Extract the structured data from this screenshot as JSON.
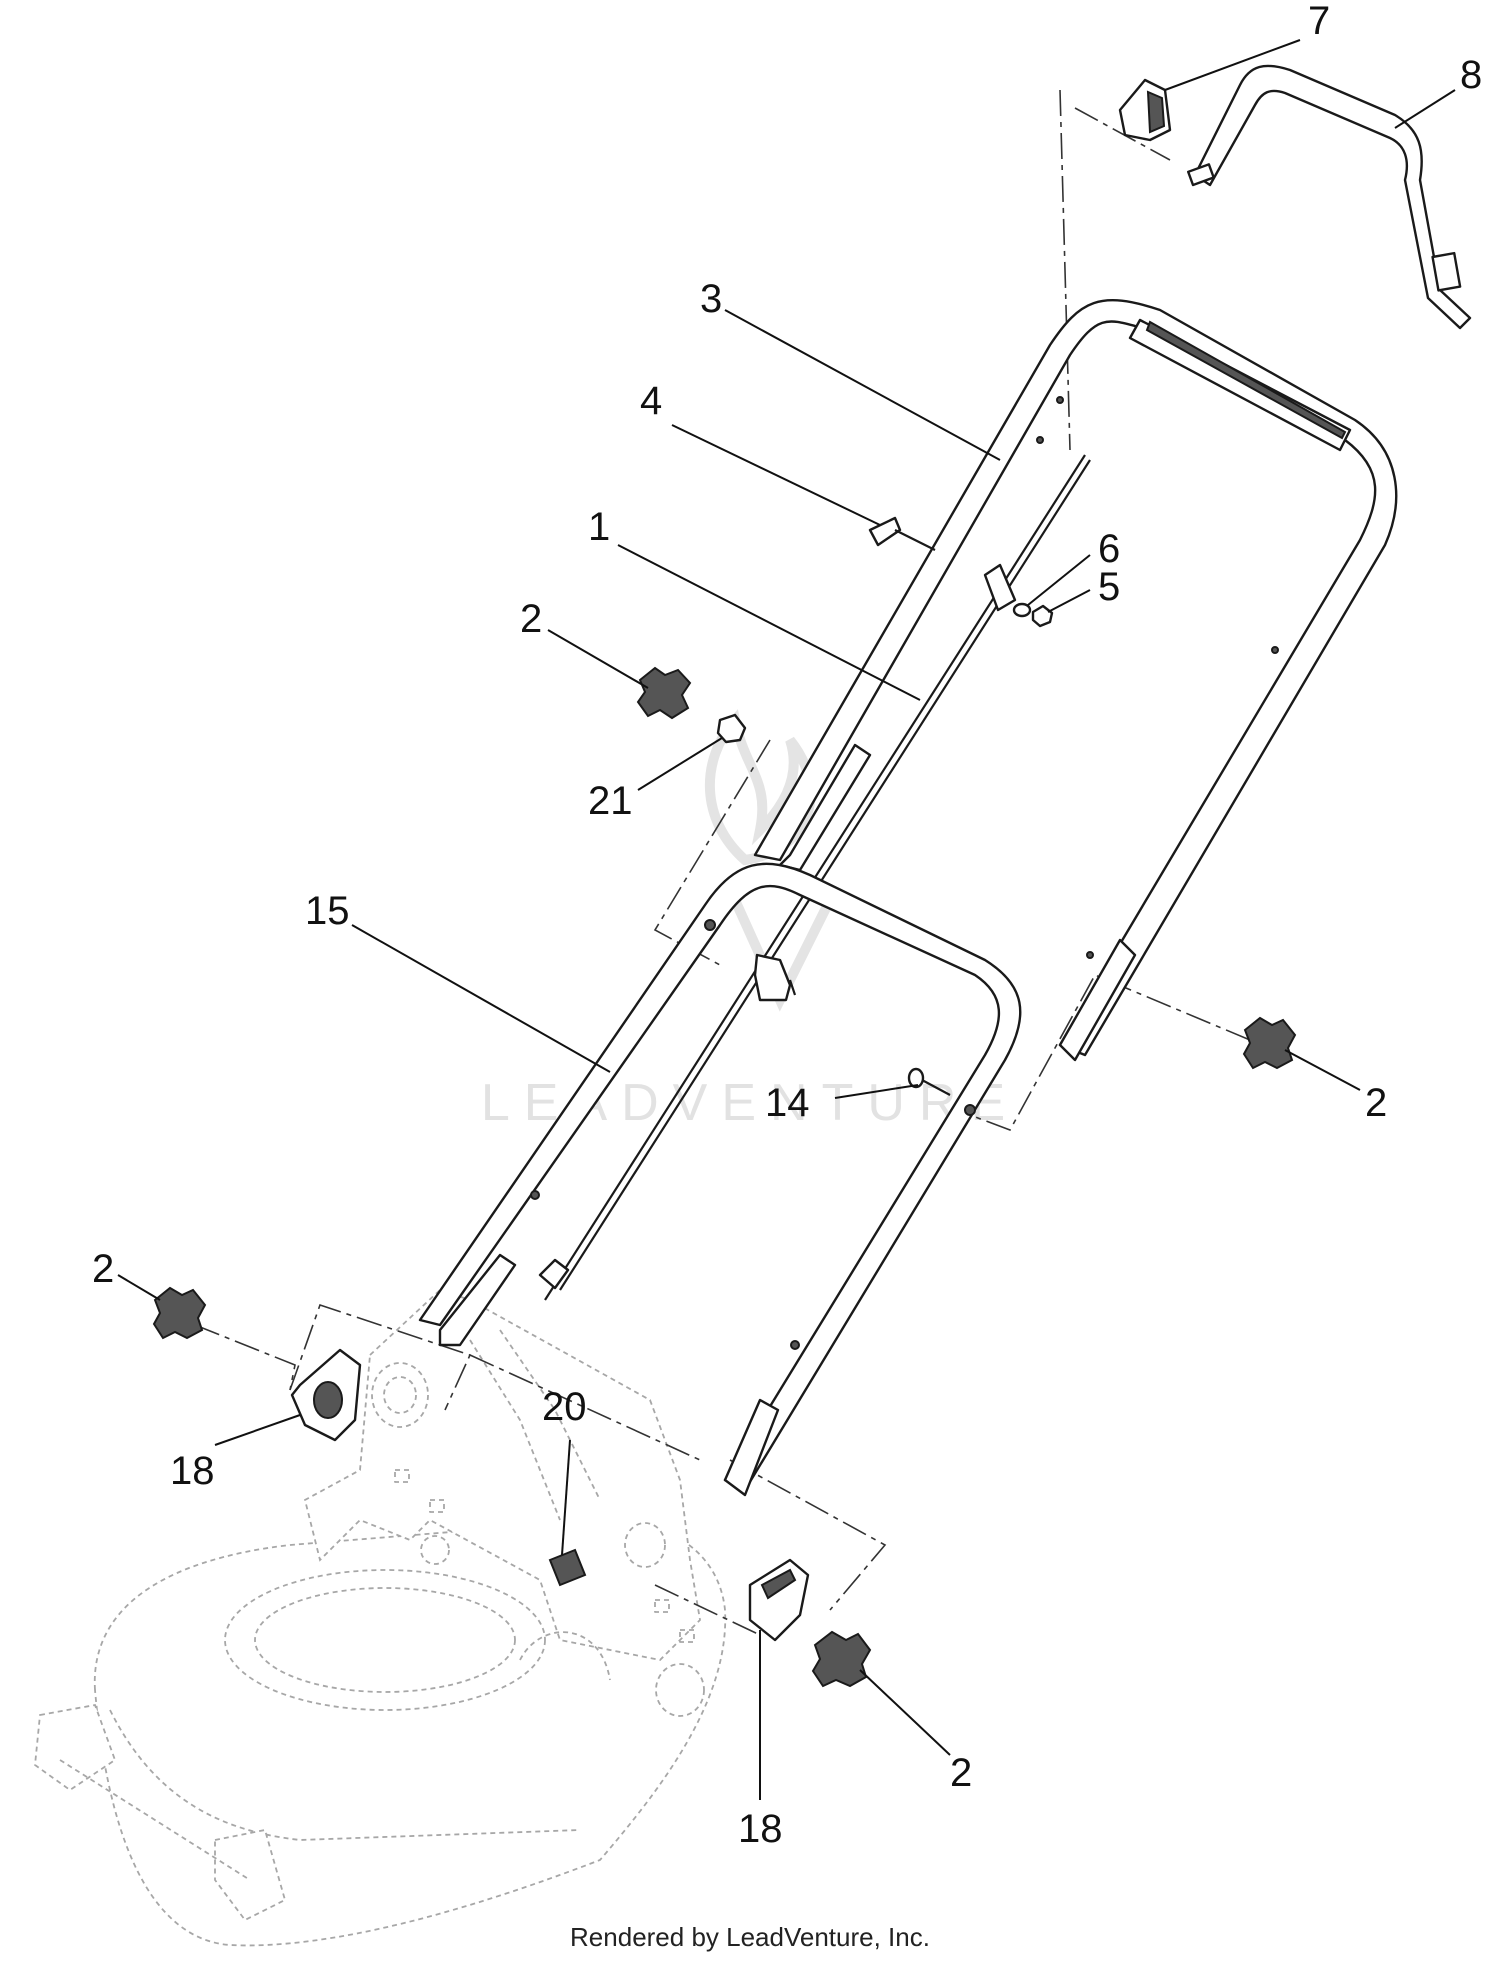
{
  "callouts": [
    {
      "id": "c7",
      "text": "7"
    },
    {
      "id": "c8",
      "text": "8"
    },
    {
      "id": "c3",
      "text": "3"
    },
    {
      "id": "c4",
      "text": "4"
    },
    {
      "id": "c1",
      "text": "1"
    },
    {
      "id": "c6",
      "text": "6"
    },
    {
      "id": "c5",
      "text": "5"
    },
    {
      "id": "c2a",
      "text": "2"
    },
    {
      "id": "c21",
      "text": "21"
    },
    {
      "id": "c15",
      "text": "15"
    },
    {
      "id": "c14",
      "text": "14"
    },
    {
      "id": "c2b",
      "text": "2"
    },
    {
      "id": "c2c",
      "text": "2"
    },
    {
      "id": "c18a",
      "text": "18"
    },
    {
      "id": "c20",
      "text": "20"
    },
    {
      "id": "c2d",
      "text": "2"
    },
    {
      "id": "c18b",
      "text": "18"
    }
  ],
  "watermark": "LEADVENTURE",
  "footer": "Rendered by LeadVenture, Inc."
}
